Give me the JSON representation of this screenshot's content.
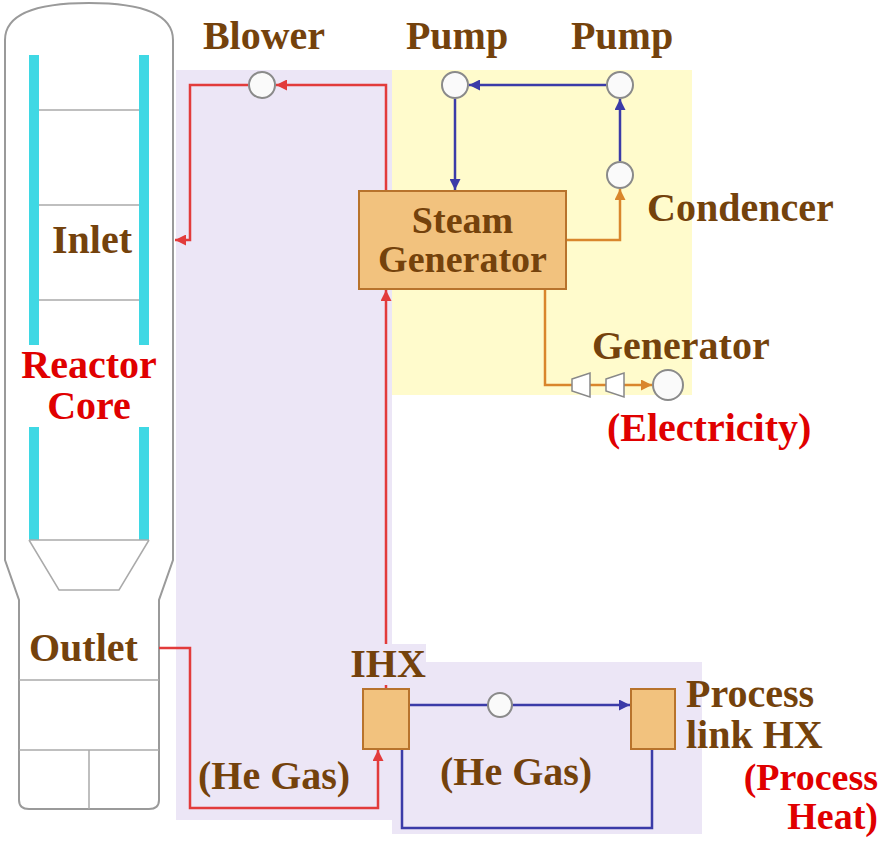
{
  "diagram": {
    "nodes": [
      {
        "text": [
          "Reactor Core"
        ]
      },
      {
        "text": [
          "Blower"
        ]
      },
      {
        "text": [
          "Pump"
        ]
      },
      {
        "text": [
          "Pump"
        ]
      },
      {
        "text": [
          "Steam Generator"
        ]
      },
      {
        "text": [
          "Condencer"
        ]
      },
      {
        "text": [
          "Generator",
          "(Electricity)"
        ]
      },
      {
        "text": [
          "IHX"
        ]
      },
      {
        "text": [
          "Process link HX"
        ]
      }
    ],
    "edges": [
      {
        "from": 0,
        "to": 7,
        "arrow": "to"
      },
      {
        "from": 7,
        "to": 4,
        "arrow": "to"
      },
      {
        "from": 4,
        "to": 1,
        "arrow": "to"
      },
      {
        "from": 1,
        "to": 0,
        "arrow": "to"
      },
      {
        "from": 7,
        "to": 8,
        "arrow": "to"
      },
      {
        "from": 3,
        "to": 2,
        "arrow": "to"
      },
      {
        "from": 2,
        "to": 4,
        "arrow": "to"
      },
      {
        "from": 4,
        "to": 6,
        "arrow": "to"
      },
      {
        "from": 4,
        "to": 5,
        "arrow": "to"
      },
      {
        "from": 5,
        "to": 3,
        "arrow": "to"
      }
    ],
    "labels": [
      "Inlet",
      "Outlet",
      "(He Gas)",
      "(He Gas)",
      "(Process Heat)"
    ]
  }
}
